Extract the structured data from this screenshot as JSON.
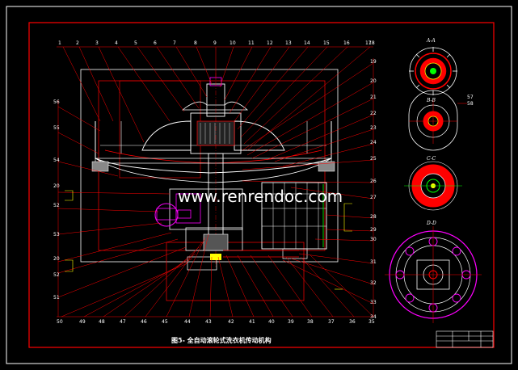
{
  "caption": "图5-    全自动滚轮式洗衣机传动机构",
  "watermark": "www.renrendoc.com",
  "section_labels": {
    "a": "A-A",
    "b": "B-B",
    "c": "C-C",
    "d": "D-D"
  },
  "top_labels": [
    "1",
    "2",
    "3",
    "4",
    "5",
    "6",
    "7",
    "8",
    "9",
    "10",
    "11",
    "12",
    "13",
    "14",
    "15",
    "16",
    "17",
    "18"
  ],
  "right_labels": [
    "19",
    "20",
    "21",
    "22",
    "23",
    "24",
    "25",
    "26",
    "27",
    "28",
    "29",
    "30",
    "31",
    "32",
    "33",
    "34"
  ],
  "bottom_labels": [
    "50",
    "49",
    "48",
    "47",
    "46",
    "45",
    "44",
    "43",
    "42",
    "41",
    "40",
    "39",
    "38",
    "37",
    "36",
    "35"
  ],
  "left_labels": [
    "56",
    "55",
    "54",
    "20",
    "52",
    "53",
    "20",
    "52",
    "51"
  ],
  "side_labels": [
    "57",
    "58"
  ],
  "colors": {
    "background": "#000000",
    "frame": "#ff0000",
    "leader": "#ff0000",
    "outline": "#ffffff",
    "accent_magenta": "#ff00ff",
    "accent_yellow": "#ffff00",
    "accent_green": "#00ff00"
  }
}
